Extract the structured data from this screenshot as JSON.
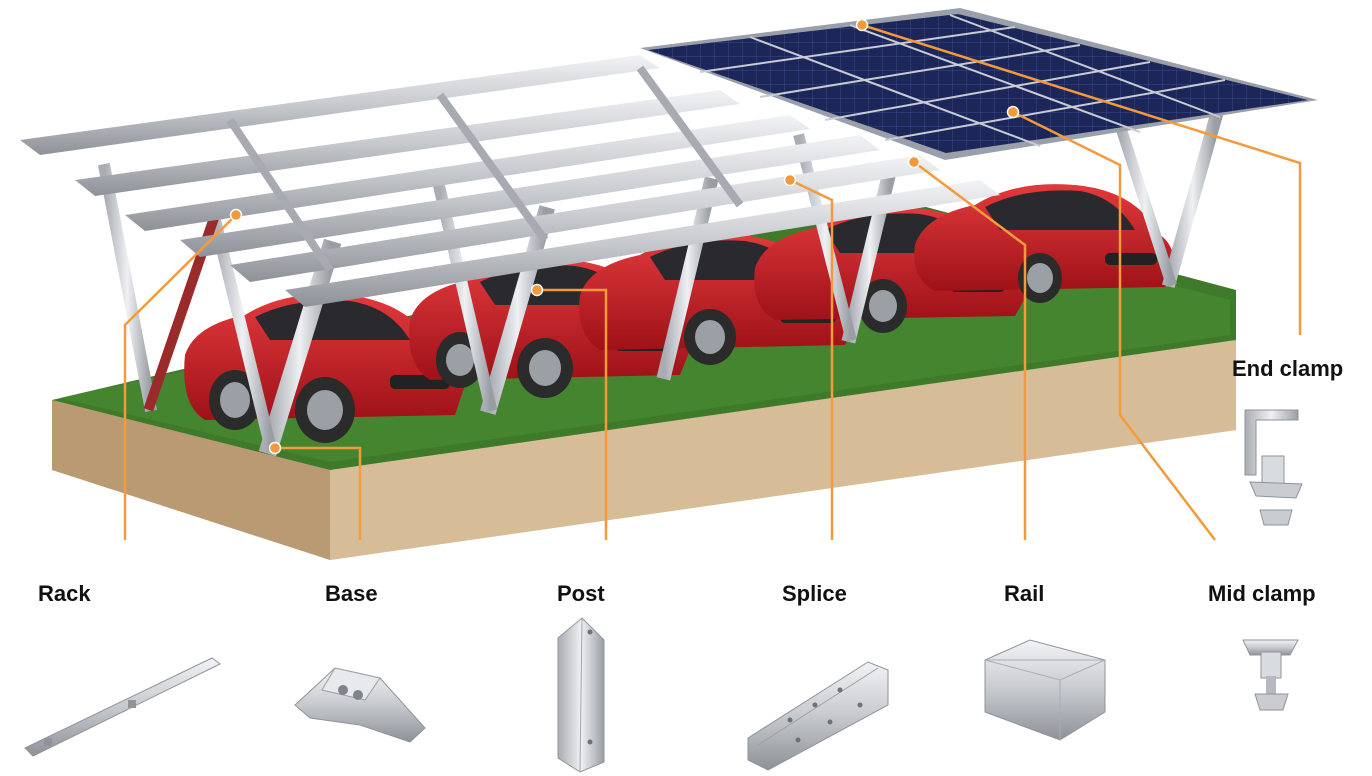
{
  "labels": {
    "rack": "Rack",
    "base": "Base",
    "post": "Post",
    "splice": "Splice",
    "rail": "Rail",
    "mid_clamp": "Mid clamp",
    "end_clamp": "End clamp"
  },
  "colors": {
    "callout": "#f39a3c",
    "aluminum": "#c9ccd0",
    "panel": "#202a5a",
    "car": "#c81e25",
    "grass": "#3e7a2a",
    "soil": "#cdb08a"
  },
  "icons": [
    "rack-part-icon",
    "base-part-icon",
    "post-part-icon",
    "splice-part-icon",
    "rail-part-icon",
    "mid-clamp-part-icon",
    "end-clamp-part-icon"
  ]
}
